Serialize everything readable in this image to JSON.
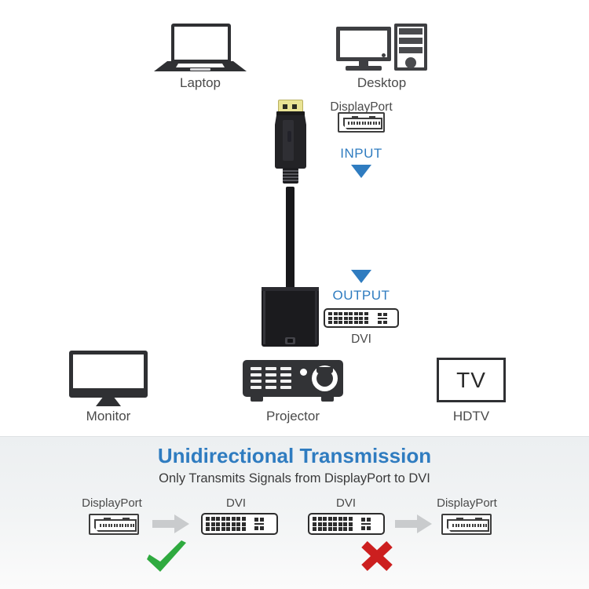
{
  "diagram": {
    "title_banner": {
      "headline": "Unidirectional Transmission",
      "subline": "Only Transmits Signals from DisplayPort to DVI",
      "headline_color": "#2f7cc0"
    },
    "source_devices": [
      {
        "name": "laptop",
        "label": "Laptop",
        "icon": "laptop-icon"
      },
      {
        "name": "desktop",
        "label": "Desktop",
        "icon": "desktop-computer-icon"
      }
    ],
    "target_devices": [
      {
        "name": "monitor",
        "label": "Monitor",
        "icon": "monitor-icon"
      },
      {
        "name": "projector",
        "label": "Projector",
        "icon": "projector-icon"
      },
      {
        "name": "hdtv",
        "label": "HDTV",
        "icon": "tv-icon",
        "screen_text": "TV"
      }
    ],
    "adapter": {
      "input": {
        "port_label": "DisplayPort",
        "direction_label": "INPUT",
        "direction_color": "#2f7cc0",
        "connector_icon": "displayport-socket-icon",
        "arrow_icon": "triangle-down-icon"
      },
      "output": {
        "port_label": "DVI",
        "direction_label": "OUTPUT",
        "direction_color": "#2f7cc0",
        "connector_icon": "dvi-socket-icon",
        "arrow_icon": "triangle-down-icon"
      },
      "plug_contact_color": "#e9e394",
      "body_color": "#1b1b1e"
    },
    "direction_examples": [
      {
        "name": "allowed",
        "from_label": "DisplayPort",
        "to_label": "DVI",
        "from_icon": "displayport-socket-icon",
        "to_icon": "dvi-socket-icon",
        "arrow_icon": "arrow-right-icon",
        "verdict_icon": "check-icon",
        "verdict_color": "#2faa3f"
      },
      {
        "name": "blocked",
        "from_label": "DVI",
        "to_label": "DisplayPort",
        "from_icon": "dvi-socket-icon",
        "to_icon": "displayport-socket-icon",
        "arrow_icon": "arrow-right-icon",
        "verdict_icon": "cross-icon",
        "verdict_color": "#cc1f1f"
      }
    ]
  }
}
